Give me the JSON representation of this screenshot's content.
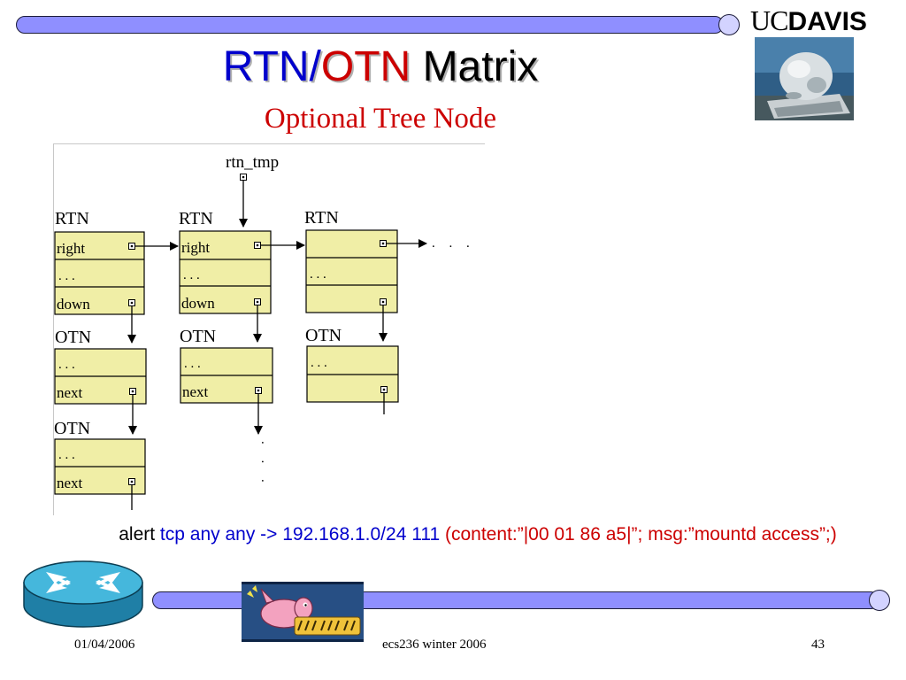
{
  "header": {
    "logo_uc": "UC",
    "logo_davis": "DAVIS"
  },
  "slide": {
    "title_rtn": "RTN",
    "title_sep": "/",
    "title_otn": "OTN",
    "title_matrix": "Matrix",
    "subtitle": "Optional Tree Node"
  },
  "diagram": {
    "pointer_label": "rtn_tmp",
    "rtn_nodes": [
      {
        "label": "RTN",
        "right": "right",
        "ellipsis": ". . .",
        "down": "down"
      },
      {
        "label": "RTN",
        "right": "right",
        "ellipsis": ". . .",
        "down": "down"
      },
      {
        "label": "RTN",
        "right": "",
        "ellipsis": ". . .",
        "down": ""
      }
    ],
    "otn_nodes": [
      {
        "label": "OTN",
        "ellipsis": ". . .",
        "next": "next"
      },
      {
        "label": "OTN",
        "ellipsis": ". . .",
        "next": "next"
      },
      {
        "label": "OTN",
        "ellipsis": ". . .",
        "next": ""
      },
      {
        "label": "OTN",
        "ellipsis": ". . .",
        "next": "next"
      }
    ],
    "continue_right": ". . .",
    "continue_down": ". . ."
  },
  "rule": {
    "keyword": "alert",
    "header": "tcp any any -> 192.168.1.0/24 111",
    "options": "(content:”|00 01 86 a5|”; msg:”mountd access”;)"
  },
  "footer": {
    "date": "01/04/2006",
    "course": "ecs236 winter 2006",
    "page": "43"
  },
  "colors": {
    "title_blue": "#0000cc",
    "title_red": "#cc0000",
    "node_fill": "#f0eea6",
    "bar_fill": "#8f8fff"
  }
}
